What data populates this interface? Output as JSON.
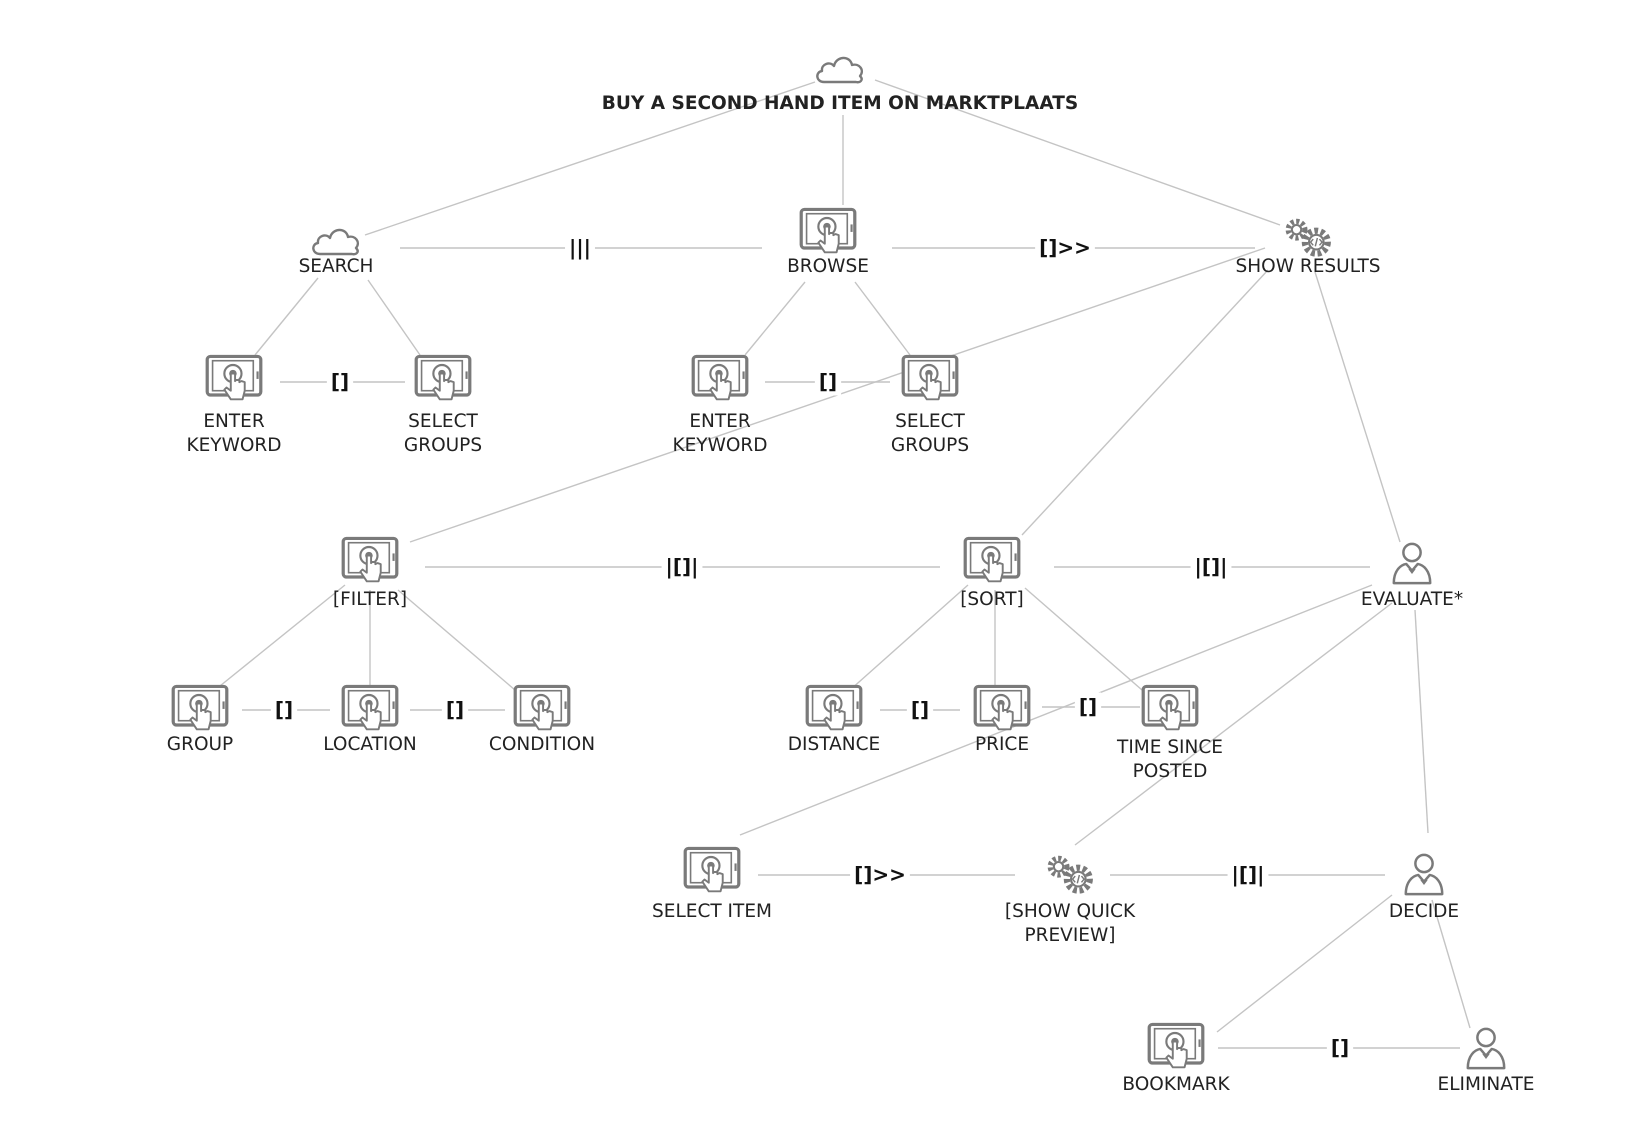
{
  "diagram": {
    "title": "BUY A SECOND HAND ITEM ON MARKTPLAATS",
    "colors": {
      "edge": "#c4c4c4",
      "icon": "#7a7a7a",
      "text": "#222222"
    },
    "nodes": {
      "search": {
        "lines": [
          "SEARCH"
        ],
        "icon": "cloud-icon"
      },
      "browse": {
        "lines": [
          "BROWSE"
        ],
        "icon": "tablet-touch-icon"
      },
      "show_results": {
        "lines": [
          "SHOW RESULTS"
        ],
        "icon": "gears-icon"
      },
      "search_enter_keyword": {
        "lines": [
          "ENTER",
          "KEYWORD"
        ],
        "icon": "tablet-touch-icon"
      },
      "search_select_groups": {
        "lines": [
          "SELECT",
          "GROUPS"
        ],
        "icon": "tablet-touch-icon"
      },
      "browse_enter_keyword": {
        "lines": [
          "ENTER",
          "KEYWORD"
        ],
        "icon": "tablet-touch-icon"
      },
      "browse_select_groups": {
        "lines": [
          "SELECT",
          "GROUPS"
        ],
        "icon": "tablet-touch-icon"
      },
      "filter": {
        "lines": [
          "[FILTER]"
        ],
        "icon": "tablet-touch-icon"
      },
      "sort": {
        "lines": [
          "[SORT]"
        ],
        "icon": "tablet-touch-icon"
      },
      "evaluate": {
        "lines": [
          "EVALUATE*"
        ],
        "icon": "user-icon"
      },
      "group": {
        "lines": [
          "GROUP"
        ],
        "icon": "tablet-touch-icon"
      },
      "location": {
        "lines": [
          "LOCATION"
        ],
        "icon": "tablet-touch-icon"
      },
      "condition": {
        "lines": [
          "CONDITION"
        ],
        "icon": "tablet-touch-icon"
      },
      "distance": {
        "lines": [
          "DISTANCE"
        ],
        "icon": "tablet-touch-icon"
      },
      "price": {
        "lines": [
          "PRICE"
        ],
        "icon": "tablet-touch-icon"
      },
      "time_since_posted": {
        "lines": [
          "TIME SINCE",
          "POSTED"
        ],
        "icon": "tablet-touch-icon"
      },
      "select_item": {
        "lines": [
          "SELECT ITEM"
        ],
        "icon": "tablet-touch-icon"
      },
      "show_quick_preview": {
        "lines": [
          "[SHOW QUICK",
          "PREVIEW]"
        ],
        "icon": "gears-icon"
      },
      "decide": {
        "lines": [
          "DECIDE"
        ],
        "icon": "user-icon"
      },
      "bookmark": {
        "lines": [
          "BOOKMARK"
        ],
        "icon": "tablet-touch-icon"
      },
      "eliminate": {
        "lines": [
          "ELIMINATE"
        ],
        "icon": "user-icon"
      }
    },
    "operators": [
      {
        "id": "search-browse",
        "symbol": "|||"
      },
      {
        "id": "browse-results",
        "symbol": "[]>>"
      },
      {
        "id": "search-children",
        "symbol": "[]"
      },
      {
        "id": "browse-children",
        "symbol": "[]"
      },
      {
        "id": "filter-sort",
        "symbol": "|[]|"
      },
      {
        "id": "sort-evaluate",
        "symbol": "|[]|"
      },
      {
        "id": "group-location",
        "symbol": "[]"
      },
      {
        "id": "location-condition",
        "symbol": "[]"
      },
      {
        "id": "distance-price",
        "symbol": "[]"
      },
      {
        "id": "price-time",
        "symbol": "[]"
      },
      {
        "id": "select-preview",
        "symbol": "[]>>"
      },
      {
        "id": "preview-decide",
        "symbol": "|[]|"
      },
      {
        "id": "bookmark-eliminate",
        "symbol": "[]"
      }
    ]
  }
}
